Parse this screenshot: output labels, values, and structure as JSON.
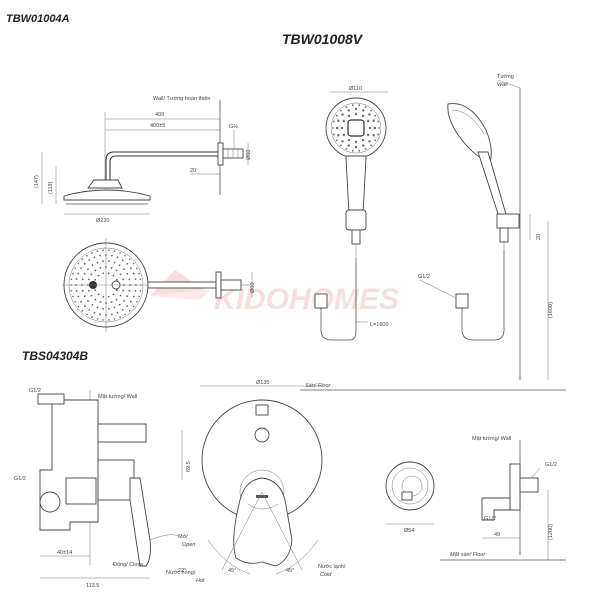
{
  "models": {
    "shower_head": "TBW01004A",
    "hand_shower": "TBW01008V",
    "mixer": "TBS04304B"
  },
  "shower_head_dims": {
    "wall_label": "Wall/ Tường hoàn thiện",
    "arm_length": "409",
    "arm_reach": "400±5",
    "thread": "G½",
    "flange_dia": "Ø60",
    "depth": "20",
    "height_total": "(147)",
    "height_head": "(119)",
    "head_dia": "Ø220",
    "flange_dia_front": "Ø60"
  },
  "hand_shower_dims": {
    "head_dia": "Ø110",
    "wall_label": "Tường",
    "wall_label_en": "Wall",
    "hose_thread": "G1/2",
    "hose_length": "L=1600",
    "offset": "20",
    "height": "(1600)"
  },
  "mixer_dims": {
    "thread_top": "G1/2",
    "thread_left": "G1/2",
    "wall_label": "Mặt tường/ Wall",
    "body_depth": "40±14",
    "total_depth": "113.5",
    "plate_dia": "Ø135",
    "height": "69.5",
    "floor_label": "Sàn/ Floor",
    "open_vi": "Mở/",
    "open_en": "Open",
    "close_label": "Đóng/ Close",
    "angle_close": "22°",
    "angle_left": "45°",
    "angle_right": "45°",
    "hot_vi": "Nước nóng/",
    "hot_en": "Hot",
    "cold_vi": "Nước lạnh/",
    "cold_en": "Cold"
  },
  "outlet_dims": {
    "wall_label": "Mặt tường/ Wall",
    "thread": "G1/2",
    "thread_bottom": "G1/2",
    "dia": "Ø54",
    "depth": "49",
    "height": "(1200)",
    "floor_label": "Mặt sàn/ Floor"
  },
  "watermark": "KIDOHOMES"
}
